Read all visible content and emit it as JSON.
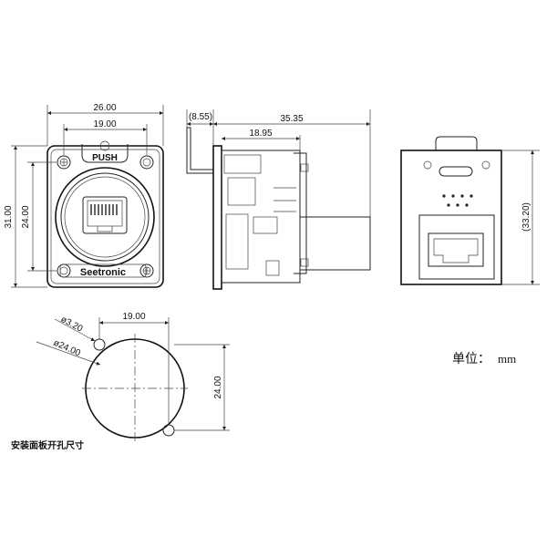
{
  "front_view": {
    "dim_width_outer": "26.00",
    "dim_width_holes": "19.00",
    "dim_height_outer": "31.00",
    "dim_height_holes": "24.00",
    "push_label": "PUSH",
    "brand_label": "Seetronic"
  },
  "side_view": {
    "dim_offset": "(8.55)",
    "dim_total": "35.35",
    "dim_body": "18.95"
  },
  "rear_view": {
    "dim_height": "(33.20)"
  },
  "cutout": {
    "dim_hole_diameter": "ø3.20",
    "dim_hole_spacing": "19.00",
    "dim_main_diameter": "ø24.00",
    "dim_height": "24.00",
    "caption": "安装面板开孔尺寸"
  },
  "units": {
    "label": "单位：",
    "unit": "mm"
  }
}
